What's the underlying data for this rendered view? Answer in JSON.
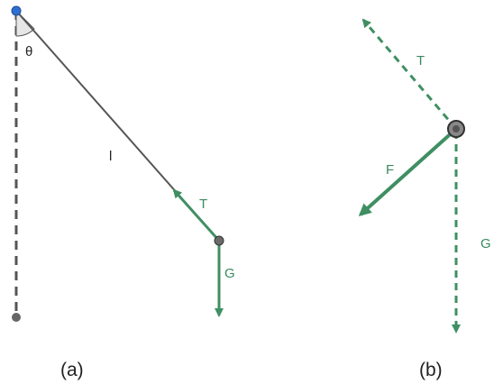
{
  "colors": {
    "force": "#3f8f63",
    "string": "#555555",
    "pivot": "#2f6fd0",
    "bob": "#6a6a6a"
  },
  "panel_a": {
    "angle_label": "θ",
    "length_label": "l",
    "tension_label": "T",
    "gravity_label": "G",
    "caption": "(a)"
  },
  "panel_b": {
    "tension_label": "T",
    "net_force_label": "F",
    "gravity_label": "G",
    "caption": "(b)"
  }
}
